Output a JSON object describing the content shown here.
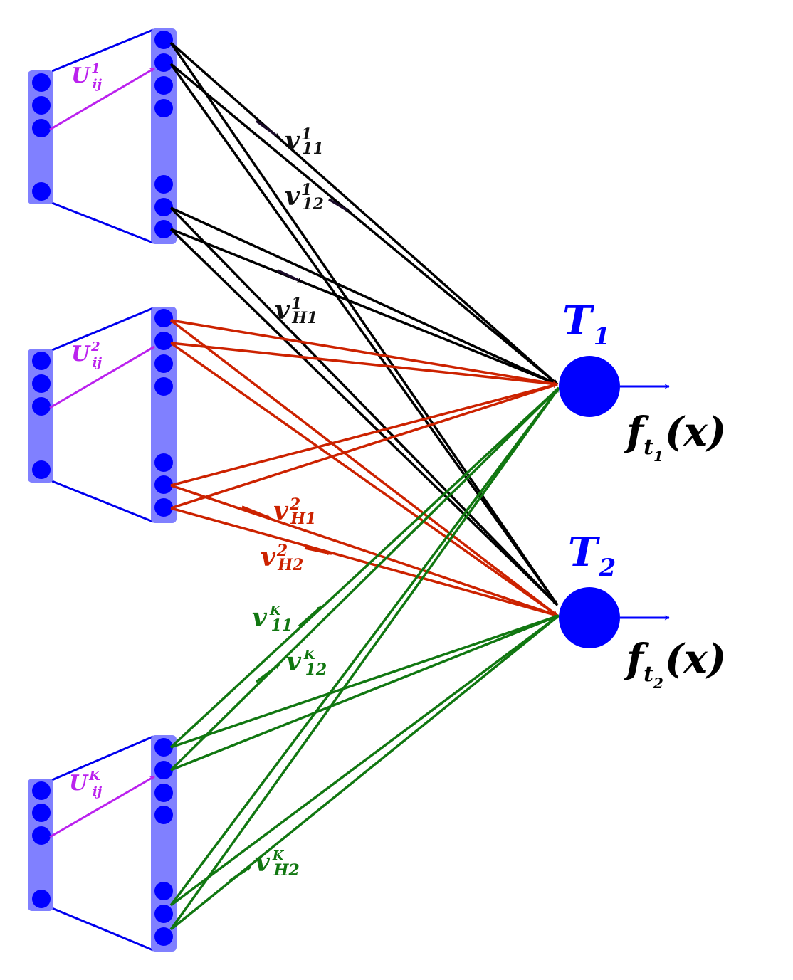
{
  "colors": {
    "bar": "#8080ff",
    "node": "#0000ff",
    "frame": "#0000ee",
    "block1": "#000000",
    "block2": "#cc2200",
    "blockK": "#117711",
    "inner": "#bb22ee",
    "output_node": "#0000ff"
  },
  "blocks": [
    {
      "id": "1",
      "inner_label": {
        "base": "U",
        "sup": "1",
        "sub": "ij"
      },
      "color_key": "block1",
      "edge_labels": [
        {
          "base": "v",
          "sup": "1",
          "sub": "11"
        },
        {
          "base": "v",
          "sup": "1",
          "sub": "12"
        },
        {
          "base": "v",
          "sup": "1",
          "sub": "H1"
        }
      ]
    },
    {
      "id": "2",
      "inner_label": {
        "base": "U",
        "sup": "2",
        "sub": "ij"
      },
      "color_key": "block2",
      "edge_labels": [
        {
          "base": "v",
          "sup": "2",
          "sub": "H1"
        },
        {
          "base": "v",
          "sup": "2",
          "sub": "H2"
        }
      ]
    },
    {
      "id": "K",
      "inner_label": {
        "base": "U",
        "sup": "K",
        "sub": "ij"
      },
      "color_key": "blockK",
      "edge_labels": [
        {
          "base": "v",
          "sup": "K",
          "sub": "11"
        },
        {
          "base": "v",
          "sup": "K",
          "sub": "12"
        },
        {
          "base": "v",
          "sup": "K",
          "sub": "H2"
        }
      ]
    }
  ],
  "tasks": [
    {
      "base": "T",
      "sub": "1",
      "output": {
        "f": "f",
        "t": "t",
        "tsub": "1",
        "arg": "(x)"
      }
    },
    {
      "base": "T",
      "sub": "2",
      "output": {
        "f": "f",
        "t": "t",
        "tsub": "2",
        "arg": "(x)"
      }
    }
  ]
}
